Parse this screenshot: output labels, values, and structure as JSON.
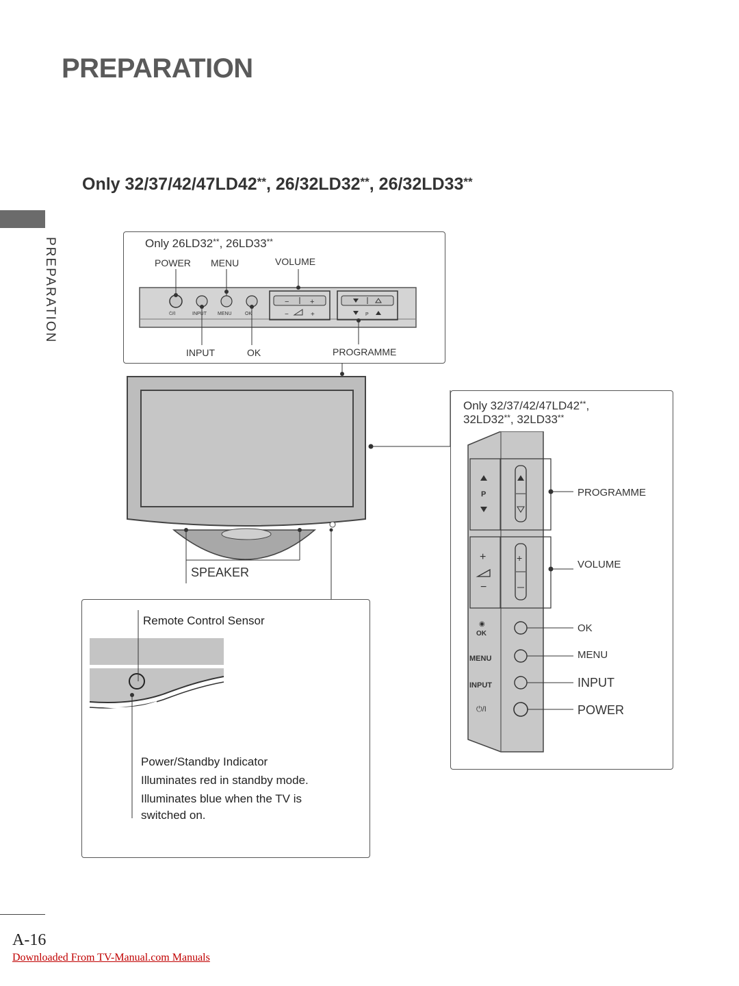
{
  "page": {
    "title": "PREPARATION",
    "section_title_main": "Only 32/37/42/47LD42",
    "section_title_sep1": ", 26/32LD32",
    "section_title_sep2": ", 26/32LD33",
    "stars": "**",
    "side_label": "PREPARATION",
    "page_number": "A-16",
    "footer_link": "Downloaded From TV-Manual.com Manuals"
  },
  "top_panel": {
    "heading_a": "Only 26LD32",
    "heading_b": ", 26LD33",
    "stars": "**",
    "labels": {
      "power": "POWER",
      "menu": "MENU",
      "volume": "VOLUME",
      "input": "INPUT",
      "ok": "OK",
      "programme": "PROGRAMME"
    },
    "panel_text": {
      "power": "⏻/I",
      "input": "INPUT",
      "menu": "MENU",
      "ok": "OK"
    }
  },
  "tv": {
    "speaker_label": "SPEAKER"
  },
  "right_panel": {
    "heading_line1_a": "Only 32/37/42/47LD42",
    "heading_line1_b": ",",
    "heading_line2_a": "32LD32",
    "heading_line2_b": ", 32LD33",
    "stars": "**",
    "labels": {
      "programme": "PROGRAMME",
      "volume": "VOLUME",
      "ok": "OK",
      "menu": "MENU",
      "input": "INPUT",
      "power": "POWER"
    },
    "panel_text": {
      "p": "P",
      "ok": "OK",
      "menu": "MENU",
      "input": "INPUT",
      "power": "⏻/I"
    }
  },
  "sensor_panel": {
    "remote_sensor": "Remote Control Sensor",
    "indicator_title": "Power/Standby Indicator",
    "indicator_line1": "Illuminates red in standby mode.",
    "indicator_line2": "Illuminates blue when the TV is",
    "indicator_line3": "switched on."
  },
  "colors": {
    "panel_gray": "#c8c8c8",
    "frame_gray": "#9a9a9a",
    "link_red": "#c00000"
  }
}
